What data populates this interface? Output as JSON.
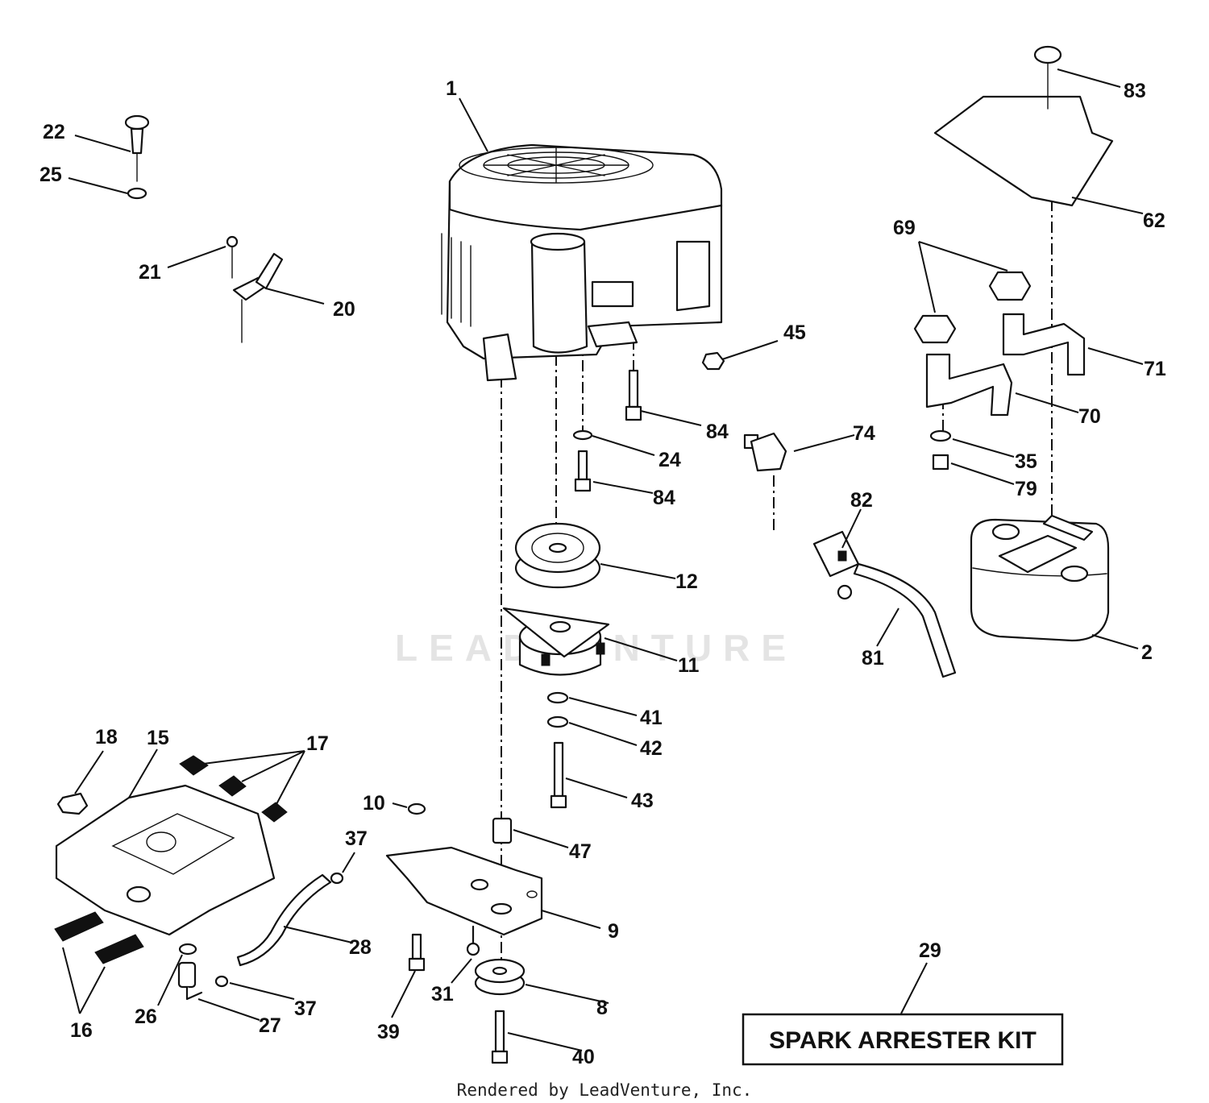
{
  "diagram": {
    "kit_label": "SPARK ARRESTER KIT",
    "footer": "Rendered by LeadVenture, Inc.",
    "watermark": "LEADVENTURE",
    "callouts": {
      "c1": "1",
      "c2": "2",
      "c8": "8",
      "c9": "9",
      "c10": "10",
      "c11": "11",
      "c12": "12",
      "c15": "15",
      "c16": "16",
      "c17": "17",
      "c18": "18",
      "c20": "20",
      "c21": "21",
      "c22": "22",
      "c24": "24",
      "c25": "25",
      "c26": "26",
      "c27": "27",
      "c28": "28",
      "c29": "29",
      "c31": "31",
      "c35": "35",
      "c37a": "37",
      "c37b": "37",
      "c39": "39",
      "c40": "40",
      "c41": "41",
      "c42": "42",
      "c43": "43",
      "c45": "45",
      "c47": "47",
      "c62": "62",
      "c69": "69",
      "c70": "70",
      "c71": "71",
      "c74": "74",
      "c79": "79",
      "c81": "81",
      "c82": "82",
      "c83": "83",
      "c84a": "84",
      "c84b": "84"
    }
  }
}
